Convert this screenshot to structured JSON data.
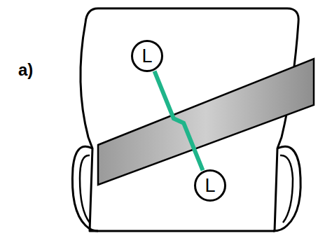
{
  "diagram": {
    "nodes": [
      {
        "text": [
          "L"
        ]
      },
      {
        "text": [
          "L"
        ]
      }
    ],
    "edges": [
      {
        "from": 0,
        "to": 1,
        "arrow": "none"
      }
    ],
    "labels": [
      "a)"
    ]
  }
}
